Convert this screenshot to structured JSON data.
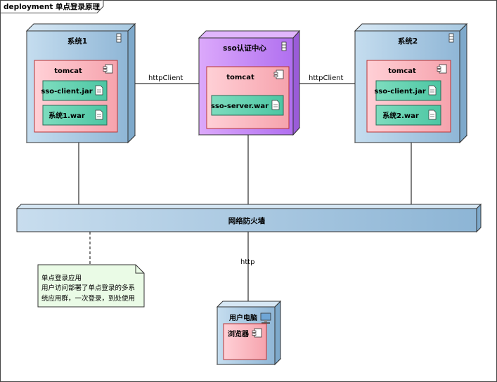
{
  "diagram": {
    "frame_title": "deployment 单点登录原理",
    "nodes": {
      "system1": {
        "title": "系统1",
        "component": "tomcat",
        "artifacts": [
          "sso-client.jar",
          "系统1.war"
        ]
      },
      "sso_center": {
        "title": "sso认证中心",
        "component": "tomcat",
        "artifacts": [
          "sso-server.war"
        ]
      },
      "system2": {
        "title": "系统2",
        "component": "tomcat",
        "artifacts": [
          "sso-client.jar",
          "系统2.war"
        ]
      },
      "firewall": {
        "title": "网络防火墙"
      },
      "user_pc": {
        "title": "用户电脑",
        "component": "浏览器"
      }
    },
    "connectors": {
      "left_link": "httpClient",
      "right_link": "httpClient",
      "user_link": "http"
    },
    "note": {
      "lines": [
        "单点登录应用",
        "用户访问部署了单点登录的多系",
        "统应用群，一次登录，到处使用"
      ]
    },
    "colors": {
      "node_blue": "#a9cbe3",
      "node_purple": "#c58af3",
      "component_pink": "#fbb9c1",
      "artifact_green": "#5ecfae",
      "note_green": "#eafbe6"
    }
  }
}
